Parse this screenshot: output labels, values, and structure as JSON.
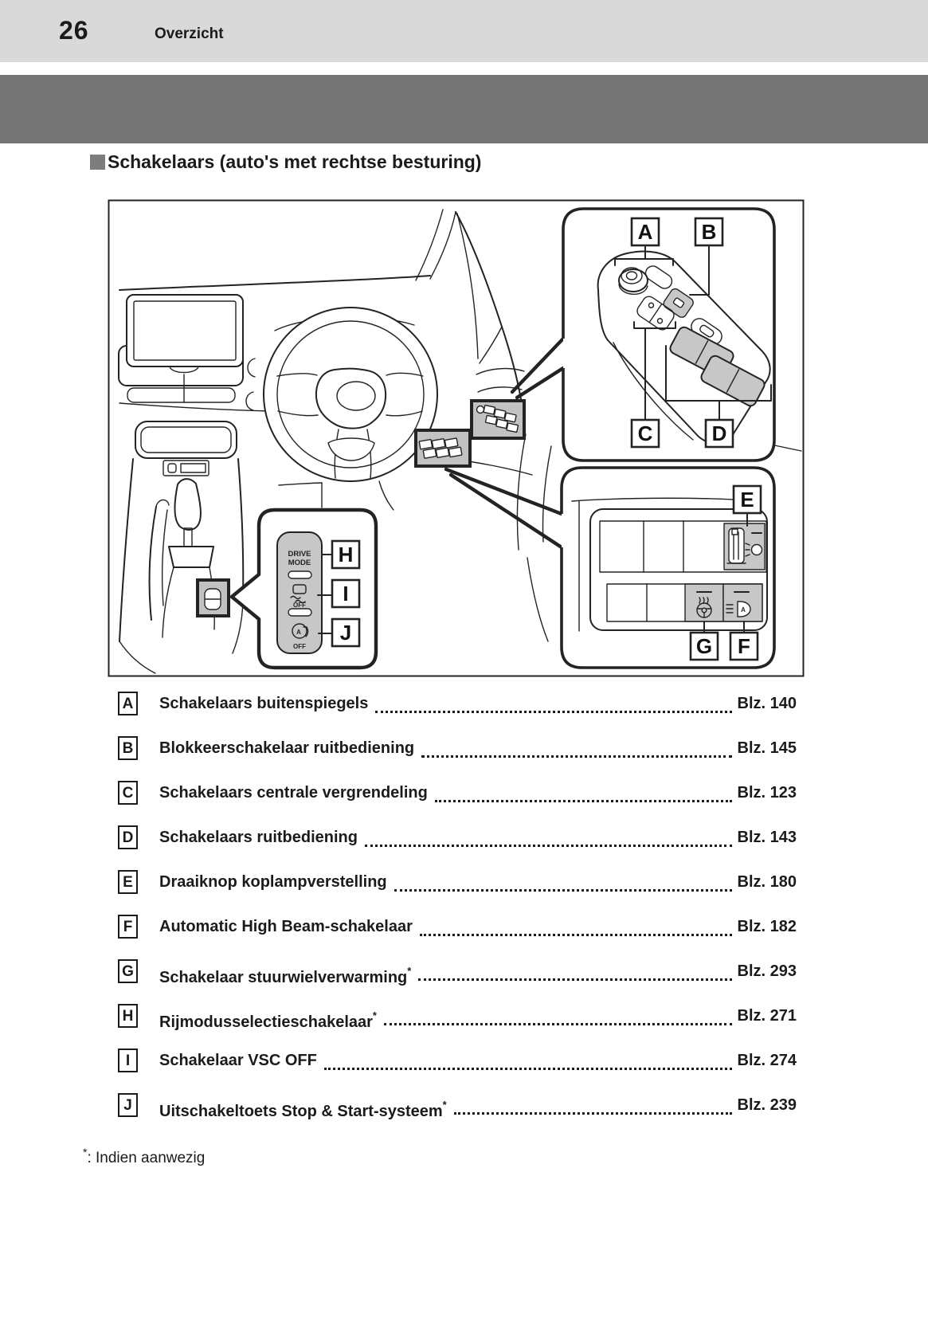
{
  "header": {
    "page_number": "26",
    "section": "Overzicht"
  },
  "title": {
    "text": "Schakelaars (auto's met rechtse besturing)"
  },
  "diagram": {
    "callouts": {
      "a": "A",
      "b": "B",
      "c": "C",
      "d": "D",
      "e": "E",
      "f": "F",
      "g": "G",
      "h": "H",
      "i": "I",
      "j": "J"
    },
    "panel": {
      "drive_line1": "DRIVE",
      "drive_line2": "MODE",
      "vsc_off_label": "OFF",
      "ss_a_label": "A",
      "ss_off_label": "OFF"
    }
  },
  "list": {
    "items": [
      {
        "letter": "A",
        "label": "Schakelaars buitenspiegels",
        "suffix": "",
        "page": "Blz. 140"
      },
      {
        "letter": "B",
        "label": "Blokkeerschakelaar ruitbediening",
        "suffix": "",
        "page": "Blz. 145"
      },
      {
        "letter": "C",
        "label": "Schakelaars centrale vergrendeling",
        "suffix": "",
        "page": "Blz. 123"
      },
      {
        "letter": "D",
        "label": "Schakelaars ruitbediening",
        "suffix": "",
        "page": "Blz. 143"
      },
      {
        "letter": "E",
        "label": "Draaiknop koplampverstelling",
        "suffix": "",
        "page": "Blz. 180"
      },
      {
        "letter": "F",
        "label": "Automatic High Beam-schakelaar",
        "suffix": "",
        "page": "Blz. 182"
      },
      {
        "letter": "G",
        "label": "Schakelaar stuurwielverwarming",
        "suffix": "*",
        "page": "Blz. 293"
      },
      {
        "letter": "H",
        "label": "Rijmodusselectieschakelaar",
        "suffix": "*",
        "page": "Blz. 271"
      },
      {
        "letter": "I",
        "label": "Schakelaar VSC OFF",
        "suffix": "",
        "page": "Blz. 274"
      },
      {
        "letter": "J",
        "label": "Uitschakeltoets Stop & Start-systeem",
        "suffix": "*",
        "page": "Blz. 239"
      }
    ]
  },
  "footnote": {
    "symbol": "*",
    "text": ":  Indien aanwezig"
  },
  "colors": {
    "header_bar": "#d9d9d9",
    "banner": "#757575",
    "line_art": "#232323",
    "switch_fill": "#c7c7c7"
  }
}
